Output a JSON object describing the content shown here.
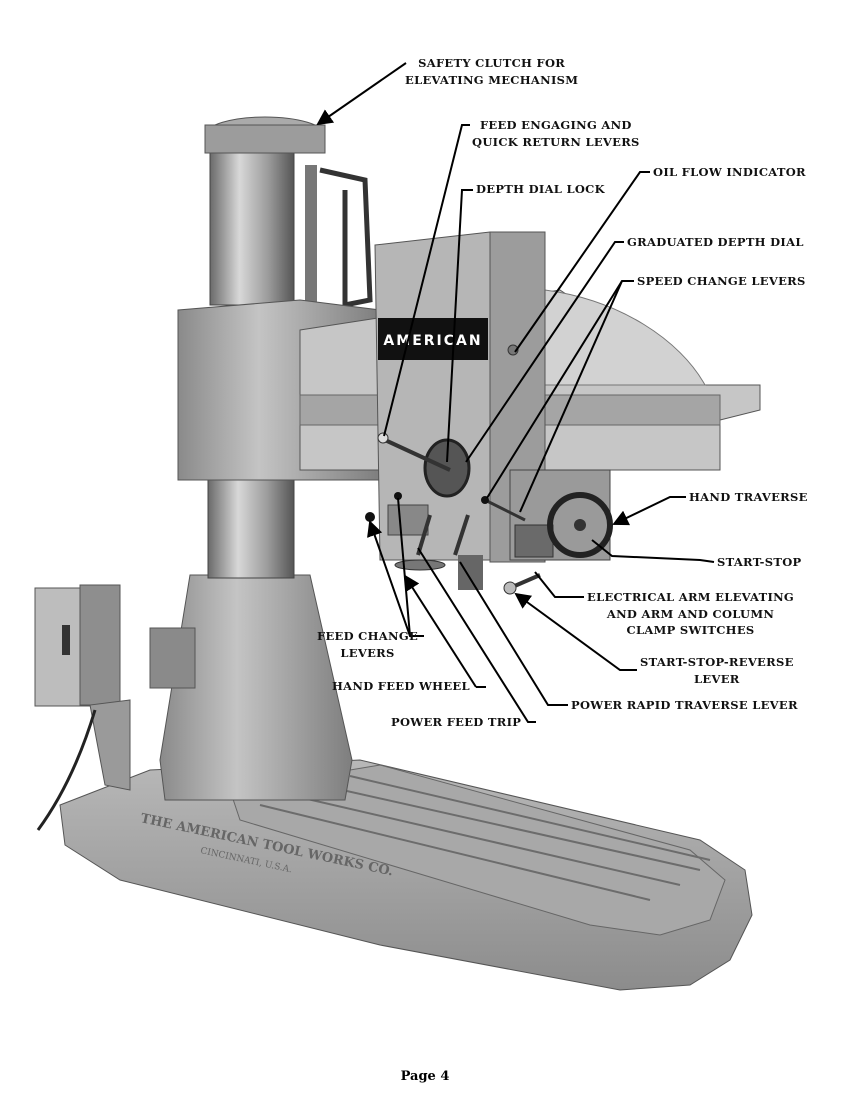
{
  "photo": {
    "badge_text": "AMERICAN",
    "base_casting_text": [
      "THE AMERICAN TOOL WORKS CO.",
      "CINCINNATI, U.S.A."
    ]
  },
  "callouts": {
    "safety_clutch": [
      "SAFETY CLUTCH FOR",
      "ELEVATING MECHANISM"
    ],
    "feed_engaging": [
      "FEED ENGAGING AND",
      "QUICK RETURN LEVERS"
    ],
    "depth_dial_lock": "DEPTH DIAL LOCK",
    "oil_flow": "OIL FLOW INDICATOR",
    "graduated_depth_dial": "GRADUATED DEPTH DIAL",
    "speed_change": "SPEED CHANGE LEVERS",
    "hand_traverse": "HAND TRAVERSE",
    "start_stop": "START-STOP",
    "electrical": [
      "ELECTRICAL ARM ELEVATING",
      "AND ARM AND COLUMN",
      "CLAMP SWITCHES"
    ],
    "start_stop_reverse": [
      "START-STOP-REVERSE",
      "LEVER"
    ],
    "power_rapid_traverse": "POWER RAPID TRAVERSE LEVER",
    "power_feed_trip": "POWER FEED TRIP",
    "hand_feed_wheel": "HAND FEED WHEEL",
    "feed_change": [
      "FEED CHANGE",
      "LEVERS"
    ]
  },
  "footer": {
    "page_label": "Page 4"
  }
}
